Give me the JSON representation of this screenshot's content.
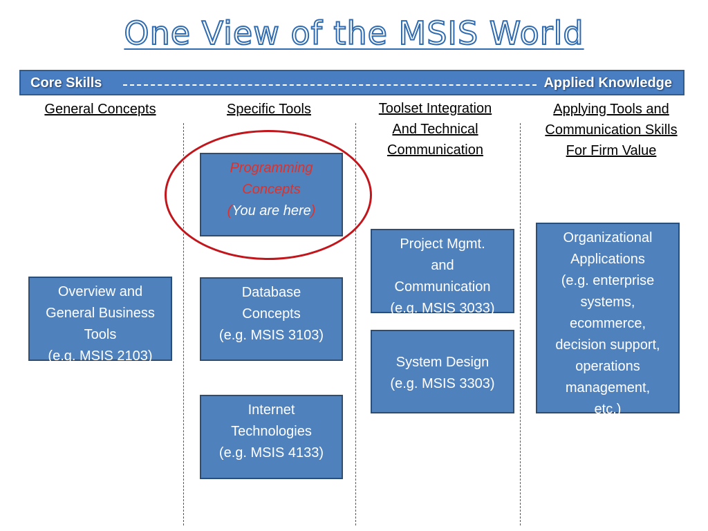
{
  "title": "One View of the MSIS World",
  "banner": {
    "left": "Core Skills",
    "right": "Applied Knowledge"
  },
  "columns": [
    {
      "heading": [
        "General Concepts"
      ]
    },
    {
      "heading": [
        "Specific Tools"
      ]
    },
    {
      "heading": [
        "Toolset Integration",
        "And Technical",
        "Communication"
      ]
    },
    {
      "heading": [
        "Applying Tools and",
        "Communication Skills",
        "For Firm Value"
      ]
    }
  ],
  "boxes": {
    "overview": [
      "Overview and",
      "General Business",
      "Tools",
      "(e.g. MSIS 2103)"
    ],
    "programming": {
      "line1": "Programming",
      "line2": "Concepts",
      "open_paren": "(",
      "here": "You are here",
      "close_paren": ")"
    },
    "database": [
      "Database",
      "Concepts",
      "(e.g. MSIS 3103)"
    ],
    "internet": [
      "Internet",
      "Technologies",
      "(e.g. MSIS 4133)"
    ],
    "project": [
      "Project Mgmt.",
      "and",
      "Communication",
      "(e.g. MSIS 3033)"
    ],
    "system": [
      "System Design",
      "(e.g. MSIS 3303)"
    ],
    "organizational": [
      "Organizational",
      "Applications",
      "(e.g. enterprise",
      "systems,",
      "ecommerce,",
      "decision support,",
      "operations",
      "management,",
      "etc.)"
    ]
  },
  "colors": {
    "box_fill": "#4f81bd",
    "box_border": "#2c4d75",
    "banner_fill": "#4a7ec2",
    "title_outline": "#2f6bb0",
    "highlight": "#c0161c",
    "emphasis_text": "#e0302a"
  }
}
